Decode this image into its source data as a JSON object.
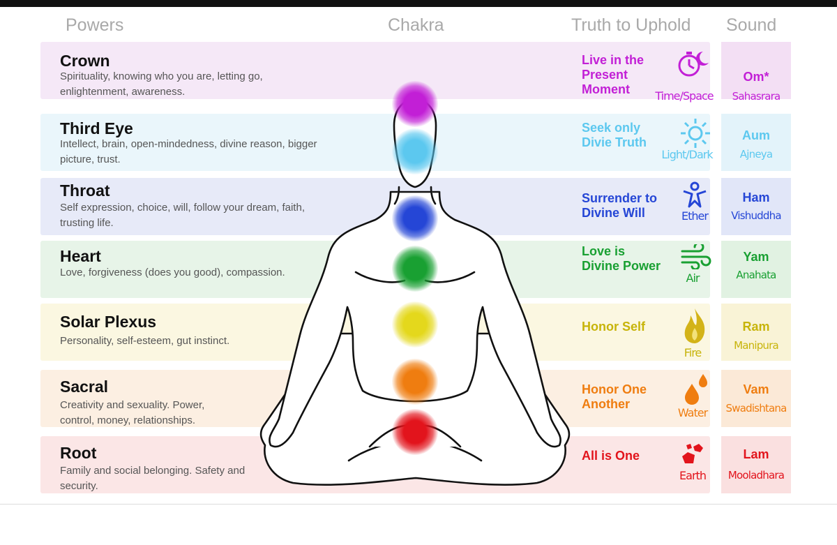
{
  "headers": {
    "powers": "Powers",
    "chakra": "Chakra",
    "truth": "Truth to Uphold",
    "sound": "Sound"
  },
  "rows": [
    {
      "name": "Crown",
      "desc": "Spirituality, knowing who you are, letting go, enlightenment, awareness.",
      "truth": "Live in the Present Moment",
      "element": "Time/Space",
      "mantra": "Om*",
      "sanskrit": "Sahasrara",
      "color": "#c21fd6",
      "band": "#f5e8f7",
      "soundband": "#f3dff4",
      "icon": "clock-moon-icon"
    },
    {
      "name": "Third Eye",
      "desc": "Intellect, brain, open-mindedness, divine reason, bigger picture, trust.",
      "truth": "Seek only Divie Truth",
      "element": "Light/Dark",
      "mantra": "Aum",
      "sanskrit": "Ajneya",
      "color": "#5cc8ef",
      "band": "#eaf6fb",
      "soundband": "#e3f3fa",
      "icon": "sun-icon"
    },
    {
      "name": "Throat",
      "desc": "Self expression, choice, will, follow your dream, faith, trusting life.",
      "truth": "Surrender to Divine Will",
      "element": "Ether",
      "mantra": "Ham",
      "sanskrit": "Vishuddha",
      "color": "#2546d6",
      "band": "#e7eaf8",
      "soundband": "#e1e6f8",
      "icon": "figure-icon"
    },
    {
      "name": "Heart",
      "desc": "Love, forgiveness (does you good), compassion.",
      "truth": "Love is Divine Power",
      "element": "Air",
      "mantra": "Yam",
      "sanskrit": "Anahata",
      "color": "#19a032",
      "band": "#e7f4e8",
      "soundband": "#e1f2e2",
      "icon": "wind-icon"
    },
    {
      "name": "Solar Plexus",
      "desc": "Personality, self-esteem, gut instinct.",
      "truth": "Honor Self",
      "element": "Fire",
      "mantra": "Ram",
      "sanskrit": "Manipura",
      "color": "#c7b40a",
      "band": "#fbf7e1",
      "soundband": "#f9f3d6",
      "icon": "flame-icon"
    },
    {
      "name": "Sacral",
      "desc": "Creativity and sexuality. Power, control, money, relationships.",
      "truth": "Honor One Another",
      "element": "Water",
      "mantra": "Vam",
      "sanskrit": "Swadishtana",
      "color": "#ef7d10",
      "band": "#fcefe2",
      "soundband": "#fbe9d7",
      "icon": "water-drops-icon"
    },
    {
      "name": "Root",
      "desc": "Family and social belonging. Safety and security.",
      "truth": "All is One",
      "element": "Earth",
      "mantra": "Lam",
      "sanskrit": "Mooladhara",
      "color": "#e2141c",
      "band": "#fbe6e6",
      "soundband": "#fae0e0",
      "icon": "rocks-icon"
    }
  ],
  "chakra_dots": [
    "#c21fd6",
    "#5cc8ef",
    "#2546d6",
    "#19a032",
    "#e4d81c",
    "#ef7d10",
    "#e2141c"
  ]
}
